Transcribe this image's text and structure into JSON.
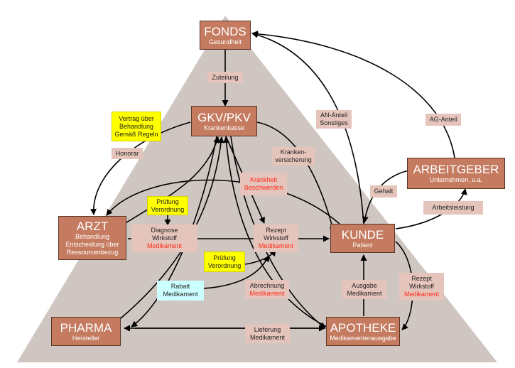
{
  "colors": {
    "triangle": "#cfc6c1",
    "node_fill": "#c57b60",
    "label_fill": "#e5c5bb",
    "highlight_yellow": "#ffff00",
    "highlight_cyan": "#ccffff",
    "accent_red": "#ff2a1a"
  },
  "nodes": {
    "fonds": {
      "title": "FONDS",
      "subtitle": "Gesundheit"
    },
    "gkv": {
      "title": "GKV/PKV",
      "subtitle": "Krankenkasse"
    },
    "arbeitgeber": {
      "title": "ARBEITGEBER",
      "subtitle": "Unternehmen, u.a."
    },
    "arzt": {
      "title": "ARZT",
      "line1": "Behandlung",
      "line2": "Entscheidung über",
      "line3": "Ressourcenbezug"
    },
    "kunde": {
      "title": "KUNDE",
      "subtitle": "Patient"
    },
    "pharma": {
      "title": "PHARMA",
      "subtitle": "Hersteller"
    },
    "apotheke": {
      "title": "APOTHEKE",
      "subtitle": "Medikamentenausgabe"
    }
  },
  "labels": {
    "zuteilung": "Zuteilung",
    "vertrag": {
      "line1": "Vertrag über",
      "line2": "Behandlung",
      "line3": "Gemäß Regeln"
    },
    "honorar": "Honorar",
    "an_anteil": {
      "line1": "AN-Anteil",
      "line2": "Sonstiges"
    },
    "ag_anteil": "AG-Anteil",
    "krankenversicherung": {
      "line1": "Kranken-",
      "line2": "versicherung"
    },
    "krankheit": {
      "line1": "Krankheit",
      "line2": "Beschwerden"
    },
    "gehalt": "Gehalt",
    "arbeitsleistung": "Arbeitsleistung",
    "pruefung_verordnung_1": {
      "line1": "Prüfung",
      "line2": "Verordnung"
    },
    "diagnose": {
      "line1": "Diagnose",
      "line2": "Wirkstoff",
      "line3": "Medikament"
    },
    "rezept_1": {
      "line1": "Rezept",
      "line2": "Wirkstoff",
      "line3": "Medikament"
    },
    "pruefung_verordnung_2": {
      "line1": "Prüfung",
      "line2": "Verordnung"
    },
    "rabatt": {
      "line1": "Rabatt",
      "line2": "Medikament"
    },
    "abrechnung": {
      "line1": "Abrechnung",
      "line2": "Medikament"
    },
    "ausgabe": {
      "line1": "Ausgabe",
      "line2": "Medikament"
    },
    "rezept_2": {
      "line1": "Rezept",
      "line2": "Wirkstoff",
      "line3": "Medikament"
    },
    "lieferung": {
      "line1": "Lieferung",
      "line2": "Medikament"
    }
  }
}
